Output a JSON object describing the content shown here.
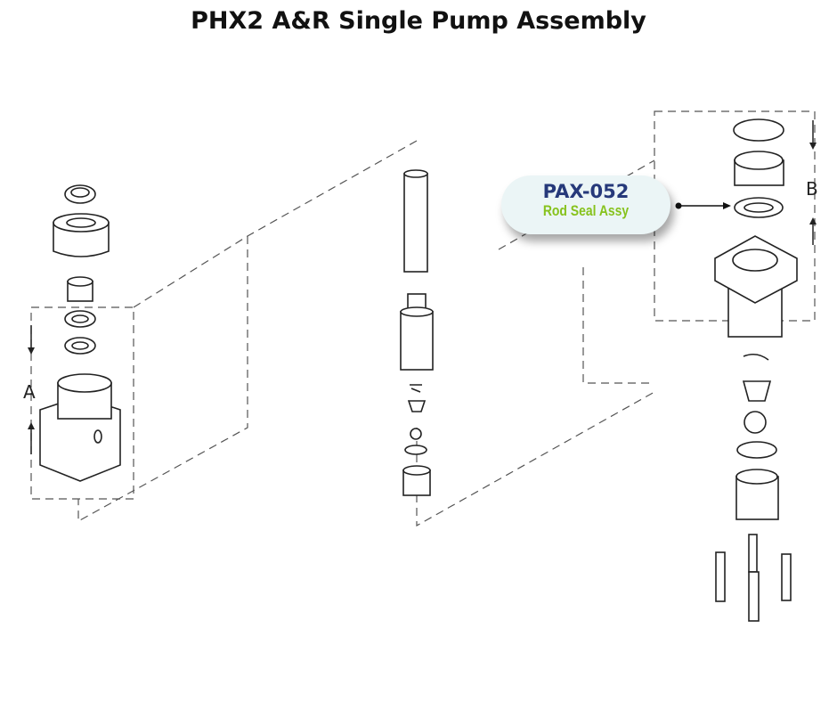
{
  "title": "PHX2 A&R Single Pump Assembly",
  "labels": {
    "a": "A",
    "b": "B"
  },
  "callout": {
    "part_number": "PAX-052",
    "description": "Rod Seal Assy",
    "colors": {
      "part_number": "#26397a",
      "description": "#86c21c",
      "background": "#ebf5f6"
    }
  }
}
